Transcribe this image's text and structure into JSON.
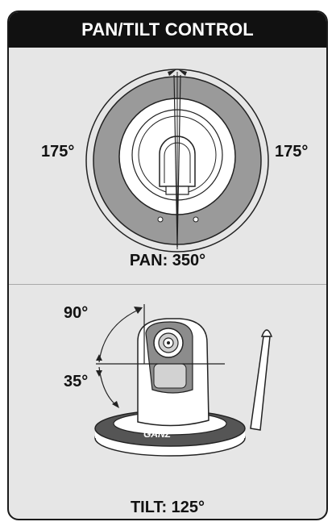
{
  "header": {
    "title": "PAN/TILT CONTROL"
  },
  "pan": {
    "left_angle": "175°",
    "right_angle": "175°",
    "caption": "PAN: 350°"
  },
  "tilt": {
    "up_angle": "90°",
    "down_angle": "35°",
    "caption": "TILT: 125°"
  },
  "camera": {
    "brand": "GANZ"
  },
  "colors": {
    "header_bg": "#111111",
    "panel_bg": "#e6e6e6",
    "ring_gray": "#9a9a9a"
  }
}
